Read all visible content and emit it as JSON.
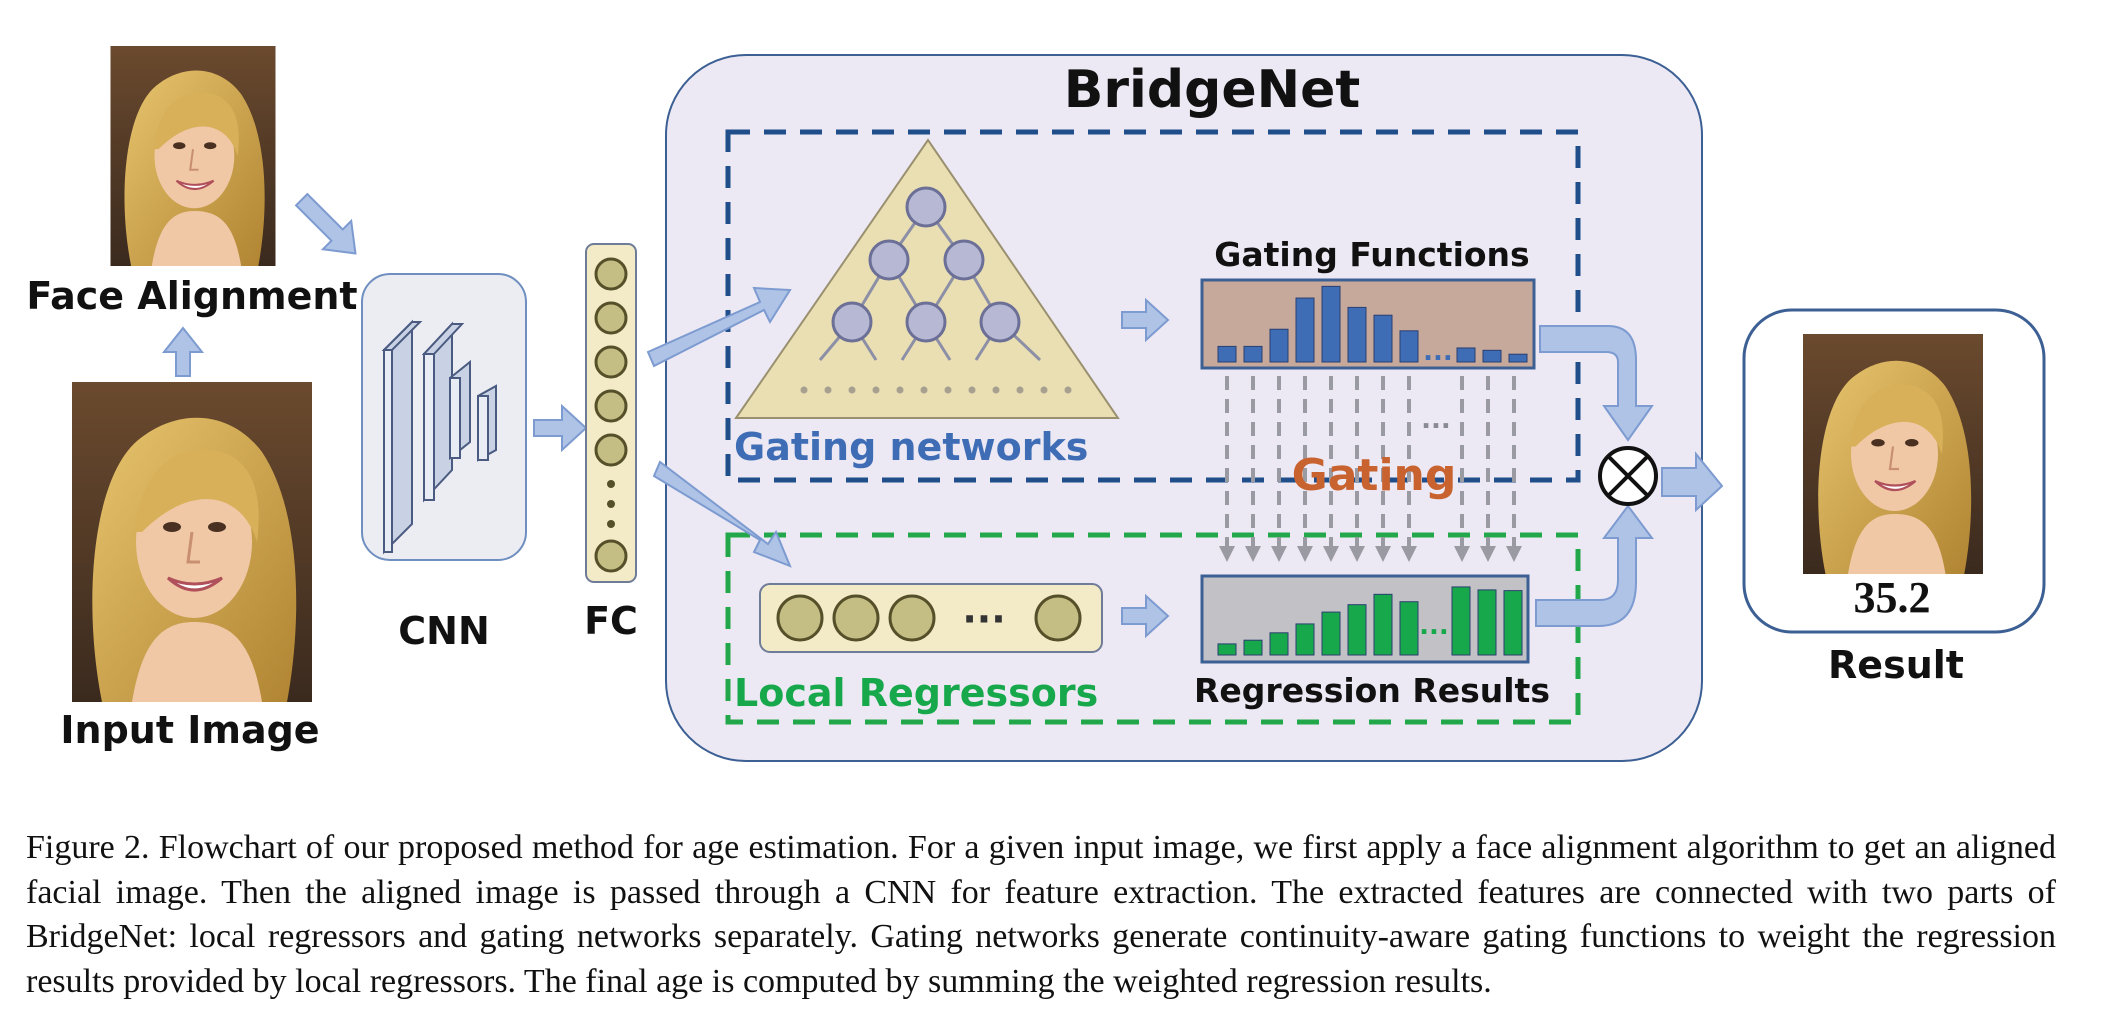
{
  "labels": {
    "face_alignment": "Face Alignment",
    "input_image": "Input Image",
    "cnn": "CNN",
    "fc": "FC",
    "bridgenet": "BridgeNet",
    "gating_networks": "Gating networks",
    "gating_functions": "Gating Functions",
    "gating": "Gating",
    "local_regressors": "Local Regressors",
    "regression_results": "Regression Results",
    "result": "Result",
    "result_value": "35.2",
    "ellipsis": "...",
    "ellipsis_fc": "···"
  },
  "bars": {
    "gating_functions": [
      0.2,
      0.2,
      0.42,
      0.82,
      0.97,
      0.7,
      0.6,
      0.4
    ],
    "gating_tail": [
      0.18,
      0.15,
      0.1
    ],
    "regression_results": [
      0.15,
      0.2,
      0.3,
      0.42,
      0.58,
      0.68,
      0.82,
      0.72
    ],
    "regression_tail": [
      0.92,
      0.88,
      0.87
    ]
  },
  "colors": {
    "gating_blue": "#3f6db5",
    "regressor_green": "#18a84c",
    "gating_orange": "#c8622f",
    "dashed_blue": "#1f4e8a",
    "dashed_green": "#22a84a",
    "arrow_fill": "#aec3e6",
    "arrow_stroke": "#7d9bd0",
    "bridgenet_bg": "#ece9f4",
    "triangle_fill": "#e9dfb3",
    "node_fill": "#b6b8d4",
    "fc_fill": "#f3ebc7",
    "circle_fill": "#c5be84",
    "gating_panel": "#c7a99c",
    "regression_panel": "#c2c2c6"
  },
  "caption": "Figure 2. Flowchart of our proposed method for age estimation. For a given input image, we first apply a face alignment algorithm to get an aligned facial image. Then the aligned image is passed through a CNN for feature extraction. The extracted features are connected with two parts of BridgeNet: local regressors and gating networks separately. Gating networks generate continuity-aware gating functions to weight the regression results provided by local regressors. The final age is computed by summing the weighted regression results."
}
